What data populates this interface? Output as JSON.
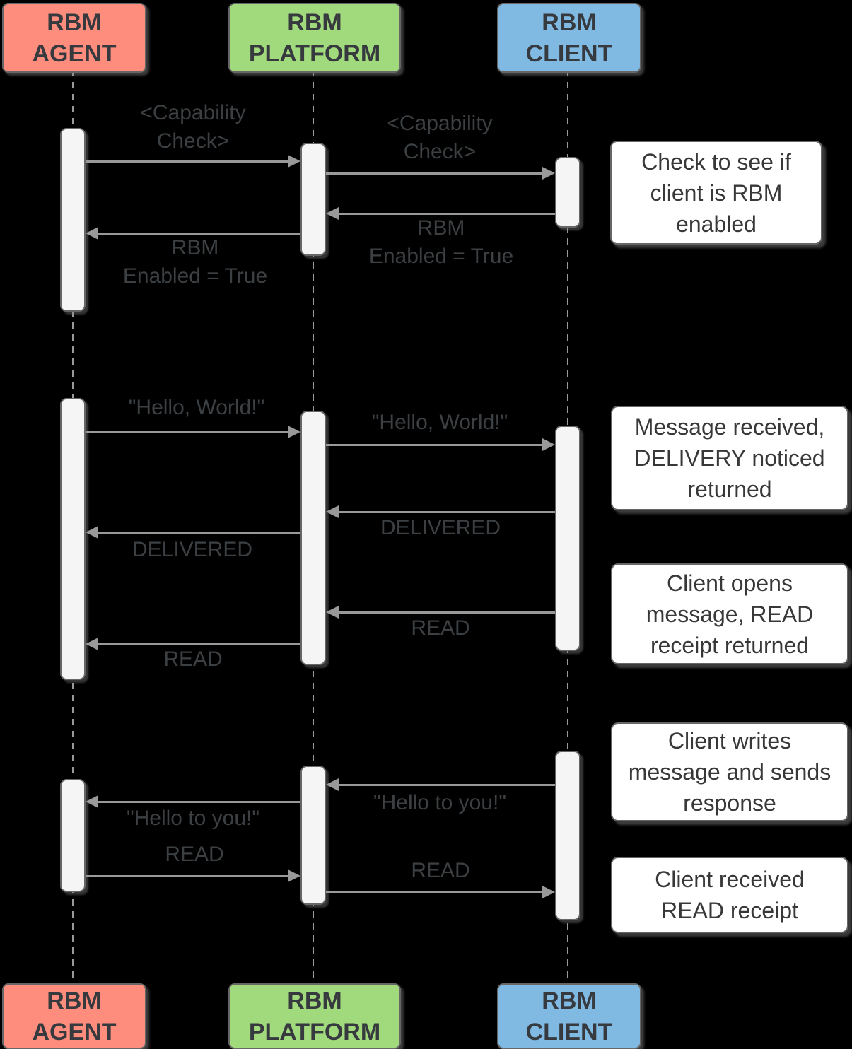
{
  "diagram_type": "sequence-diagram",
  "colors": {
    "background": "#000000",
    "agent_box": "#FF8D7D",
    "platform_box": "#A1D97D",
    "client_box": "#80B9E2",
    "line": "#999999",
    "activation_fill": "#F5F5F5",
    "border": "#666666",
    "note_fill": "#FFFFFF",
    "label_text": "#3C4043"
  },
  "actors": {
    "agent": {
      "label": "RBM AGENT"
    },
    "platform": {
      "label": "RBM PLATFORM"
    },
    "client": {
      "label": "RBM CLIENT"
    }
  },
  "messages": [
    {
      "label": "<Capability\nCheck>",
      "from": "RBM AGENT",
      "to": "RBM PLATFORM"
    },
    {
      "label": "<Capability\nCheck>",
      "from": "RBM PLATFORM",
      "to": "RBM CLIENT"
    },
    {
      "label": "RBM\nEnabled = True",
      "from": "RBM CLIENT",
      "to": "RBM PLATFORM"
    },
    {
      "label": "RBM\nEnabled = True",
      "from": "RBM PLATFORM",
      "to": "RBM AGENT"
    },
    {
      "label": "\"Hello, World!\"",
      "from": "RBM AGENT",
      "to": "RBM PLATFORM"
    },
    {
      "label": "\"Hello, World!\"",
      "from": "RBM PLATFORM",
      "to": "RBM CLIENT"
    },
    {
      "label": "DELIVERED",
      "from": "RBM CLIENT",
      "to": "RBM PLATFORM"
    },
    {
      "label": "DELIVERED",
      "from": "RBM PLATFORM",
      "to": "RBM AGENT"
    },
    {
      "label": "READ",
      "from": "RBM CLIENT",
      "to": "RBM PLATFORM"
    },
    {
      "label": "READ",
      "from": "RBM PLATFORM",
      "to": "RBM AGENT"
    },
    {
      "label": "\"Hello to you!\"",
      "from": "RBM CLIENT",
      "to": "RBM PLATFORM"
    },
    {
      "label": "\"Hello to you!\"",
      "from": "RBM PLATFORM",
      "to": "RBM AGENT"
    },
    {
      "label": "READ",
      "from": "RBM AGENT",
      "to": "RBM PLATFORM"
    },
    {
      "label": "READ",
      "from": "RBM PLATFORM",
      "to": "RBM CLIENT"
    }
  ],
  "notes": [
    {
      "text": "Check to see if\nclient is RBM\nenabled"
    },
    {
      "text": "Message received,\nDELIVERY noticed\nreturned"
    },
    {
      "text": "Client opens\nmessage, READ\nreceipt returned"
    },
    {
      "text": "Client writes\nmessage and sends\nresponse"
    },
    {
      "text": "Client received\nREAD receipt"
    }
  ]
}
